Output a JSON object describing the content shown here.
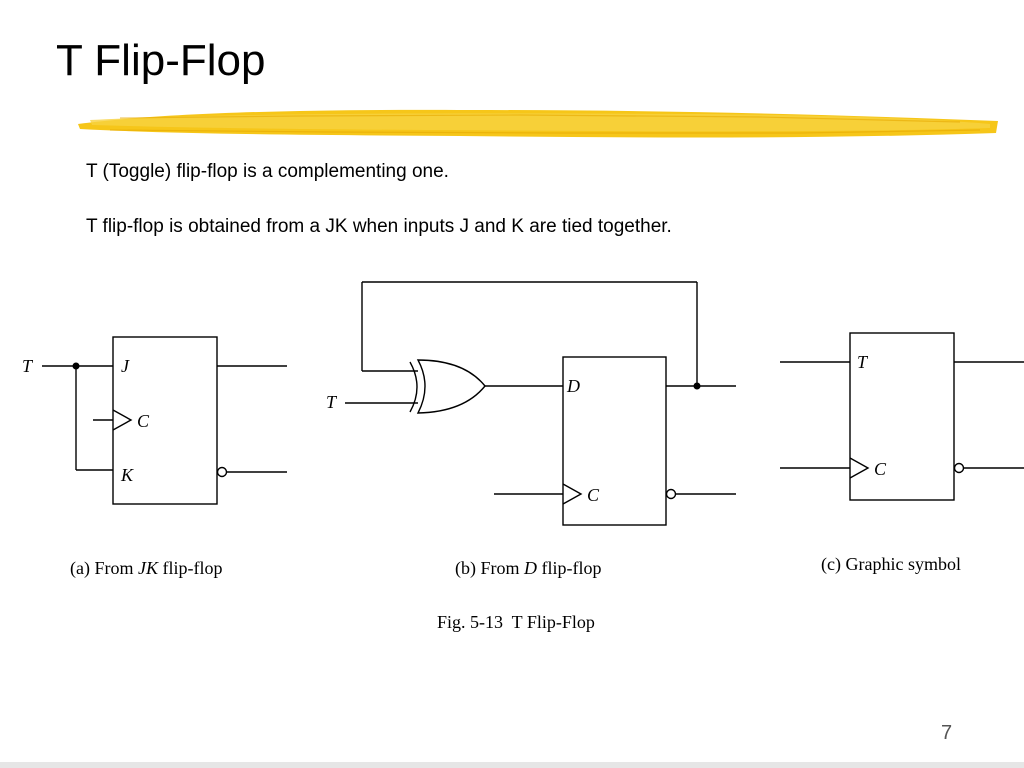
{
  "slide": {
    "title": "T Flip-Flop",
    "bullets": [
      "T (Toggle) flip-flop is a complementing one.",
      "T flip-flop is obtained from a JK when inputs J and K are tied together."
    ],
    "page_number": "7",
    "accent_color": "#f5c000"
  },
  "figure": {
    "caption": "Fig. 5-13  T Flip-Flop",
    "a": {
      "caption_prefix": "(a) From ",
      "caption_emph": "JK",
      "caption_suffix": " flip-flop",
      "input": "T",
      "pin_j": "J",
      "pin_c": "C",
      "pin_k": "K"
    },
    "b": {
      "caption_prefix": "(b) From ",
      "caption_emph": "D",
      "caption_suffix": " flip-flop",
      "input": "T",
      "pin_d": "D",
      "pin_c": "C"
    },
    "c": {
      "caption": "(c) Graphic symbol",
      "pin_t": "T",
      "pin_c": "C"
    }
  }
}
